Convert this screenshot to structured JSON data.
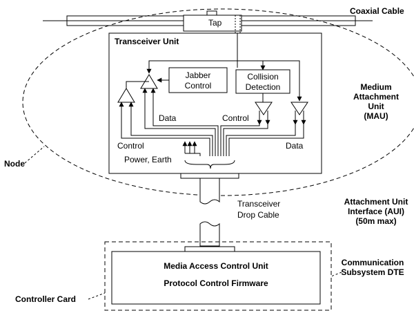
{
  "labels": {
    "coaxial_cable": "Coaxial Cable",
    "tap": "Tap",
    "transceiver_unit": "Transceiver Unit",
    "jabber_line1": "Jabber",
    "jabber_line2": "Control",
    "collision_line1": "Collision",
    "collision_line2": "Detection",
    "data_left": "Data",
    "control_mid": "Control",
    "control_left": "Control",
    "data_right": "Data",
    "power_earth": "Power, Earth",
    "mau_line1": "Medium",
    "mau_line2": "Attachment",
    "mau_line3": "Unit",
    "mau_line4": "(MAU)",
    "node": "Node",
    "drop_line1": "Transceiver",
    "drop_line2": "Drop Cable",
    "aui_line1": "Attachment Unit",
    "aui_line2": "Interface (AUI)",
    "aui_line3": "(50m max)",
    "mac_unit": "Media Access Control Unit",
    "protocol_firmware": "Protocol Control Firmware",
    "controller_card": "Controller Card",
    "comm_line1": "Communication",
    "comm_line2": "Subsystem DTE"
  },
  "colors": {
    "stroke": "#000000",
    "background": "#ffffff"
  }
}
